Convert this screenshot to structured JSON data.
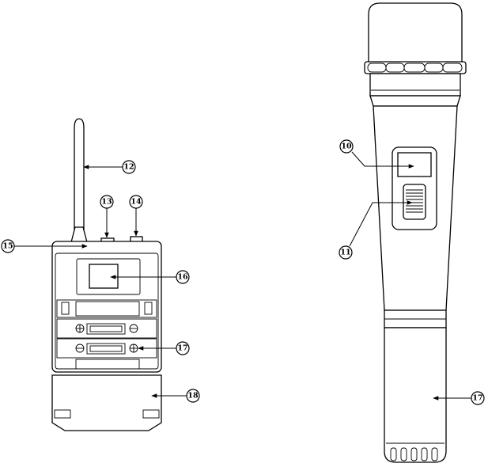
{
  "figures": {
    "bodypack": {
      "name": ""
    },
    "handheld": {
      "name": ""
    }
  },
  "callouts": {
    "c10": "10",
    "c11": "11",
    "c12": "12",
    "c13": "13",
    "c14": "14",
    "c15": "15",
    "c16": "16",
    "c17a": "17",
    "c17b": "17",
    "c18": "18"
  },
  "colors": {
    "line": "#000000",
    "background": "#ffffff"
  }
}
